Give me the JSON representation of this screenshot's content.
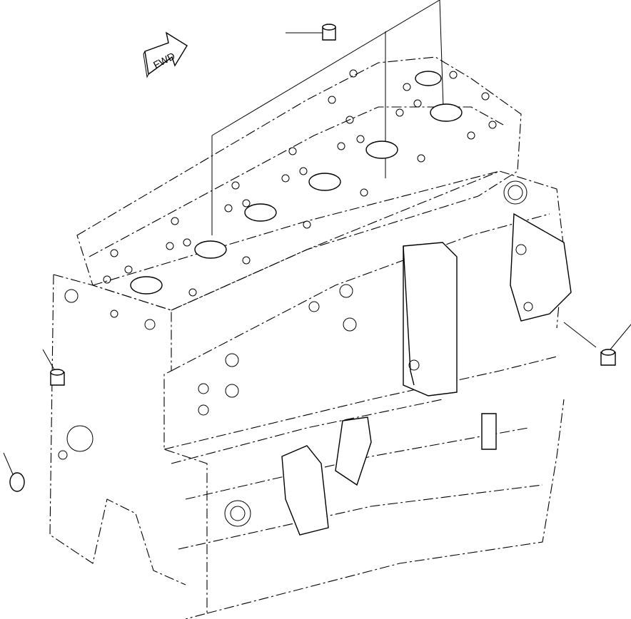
{
  "direction_arrow": {
    "label": "FWD"
  },
  "parts": [
    {
      "id": "cap-nut-top",
      "kind": "cap-nut"
    },
    {
      "id": "cap-nut-left",
      "kind": "cap-nut"
    },
    {
      "id": "cap-nut-right",
      "kind": "cap-nut"
    },
    {
      "id": "plug-left",
      "kind": "expansion-plug"
    }
  ],
  "assembly": {
    "name": "engine-block-with-cylinder-head",
    "cylinders": 6
  }
}
